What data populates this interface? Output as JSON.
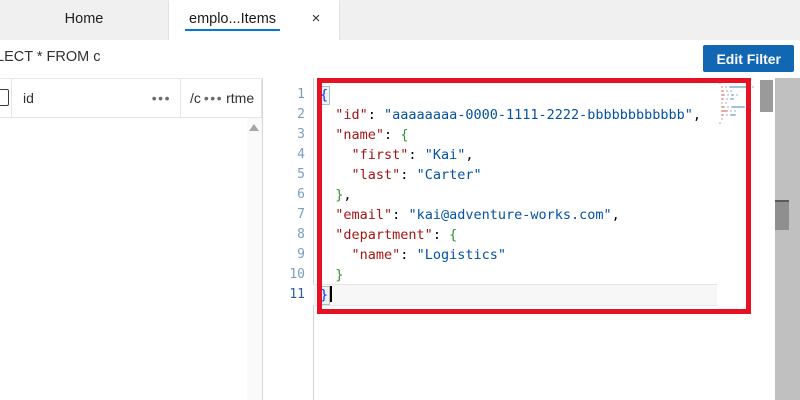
{
  "window": {
    "tabs": [
      {
        "label": "Home",
        "active": false,
        "closable": false
      },
      {
        "label": "emplo...Items",
        "active": true,
        "closable": true,
        "close_glyph": "×"
      }
    ]
  },
  "query_bar": {
    "query_text": "LECT * FROM c",
    "edit_filter_label": "Edit Filter",
    "accent_color": "#1267b2"
  },
  "grid": {
    "columns": [
      {
        "label": "id",
        "menu_glyph": "•••"
      },
      {
        "label": "/c",
        "middle_glyph": "•••",
        "label_tail": "rtme"
      }
    ],
    "scroll_up_arrow": "scroll-up-arrow",
    "rows": []
  },
  "editor": {
    "line_numbers": [
      "1",
      "2",
      "3",
      "4",
      "5",
      "6",
      "7",
      "8",
      "9",
      "10",
      "11"
    ],
    "active_line": 11,
    "lines": [
      {
        "n": 1,
        "tokens": [
          {
            "t": "brace_box",
            "v": "{"
          }
        ]
      },
      {
        "n": 2,
        "tokens": [
          {
            "t": "sp",
            "v": "  "
          },
          {
            "t": "key",
            "v": "\"id\""
          },
          {
            "t": "punct",
            "v": ": "
          },
          {
            "t": "str",
            "v": "\"aaaaaaaa-0000-1111-2222-bbbbbbbbbbbb\""
          },
          {
            "t": "punct",
            "v": ","
          }
        ]
      },
      {
        "n": 3,
        "tokens": [
          {
            "t": "sp",
            "v": "  "
          },
          {
            "t": "key",
            "v": "\"name\""
          },
          {
            "t": "punct",
            "v": ": "
          },
          {
            "t": "brace2",
            "v": "{"
          }
        ]
      },
      {
        "n": 4,
        "tokens": [
          {
            "t": "sp",
            "v": "    "
          },
          {
            "t": "key",
            "v": "\"first\""
          },
          {
            "t": "punct",
            "v": ": "
          },
          {
            "t": "str",
            "v": "\"Kai\""
          },
          {
            "t": "punct",
            "v": ","
          }
        ]
      },
      {
        "n": 5,
        "tokens": [
          {
            "t": "sp",
            "v": "    "
          },
          {
            "t": "key",
            "v": "\"last\""
          },
          {
            "t": "punct",
            "v": ": "
          },
          {
            "t": "str",
            "v": "\"Carter\""
          }
        ]
      },
      {
        "n": 6,
        "tokens": [
          {
            "t": "sp",
            "v": "  "
          },
          {
            "t": "brace2",
            "v": "}"
          },
          {
            "t": "punct",
            "v": ","
          }
        ]
      },
      {
        "n": 7,
        "tokens": [
          {
            "t": "sp",
            "v": "  "
          },
          {
            "t": "key",
            "v": "\"email\""
          },
          {
            "t": "punct",
            "v": ": "
          },
          {
            "t": "str",
            "v": "\"kai@adventure-works.com\""
          },
          {
            "t": "punct",
            "v": ","
          }
        ]
      },
      {
        "n": 8,
        "tokens": [
          {
            "t": "sp",
            "v": "  "
          },
          {
            "t": "key",
            "v": "\"department\""
          },
          {
            "t": "punct",
            "v": ": "
          },
          {
            "t": "brace2",
            "v": "{"
          }
        ]
      },
      {
        "n": 9,
        "tokens": [
          {
            "t": "sp",
            "v": "    "
          },
          {
            "t": "key",
            "v": "\"name\""
          },
          {
            "t": "punct",
            "v": ": "
          },
          {
            "t": "str",
            "v": "\"Logistics\""
          }
        ]
      },
      {
        "n": 10,
        "tokens": [
          {
            "t": "sp",
            "v": "  "
          },
          {
            "t": "brace2",
            "v": "}"
          }
        ]
      },
      {
        "n": 11,
        "tokens": [
          {
            "t": "brace_box",
            "v": "}"
          },
          {
            "t": "caret",
            "v": ""
          }
        ]
      }
    ],
    "document_text": "{\n  \"id\": \"aaaaaaaa-0000-1111-2222-bbbbbbbbbbbb\",\n  \"name\": {\n    \"first\": \"Kai\",\n    \"last\": \"Carter\"\n  },\n  \"email\": \"kai@adventure-works.com\",\n  \"department\": {\n    \"name\": \"Logistics\"\n  }\n}"
  },
  "annotation": {
    "highlight_color": "#e81123",
    "shape": "rectangle"
  }
}
